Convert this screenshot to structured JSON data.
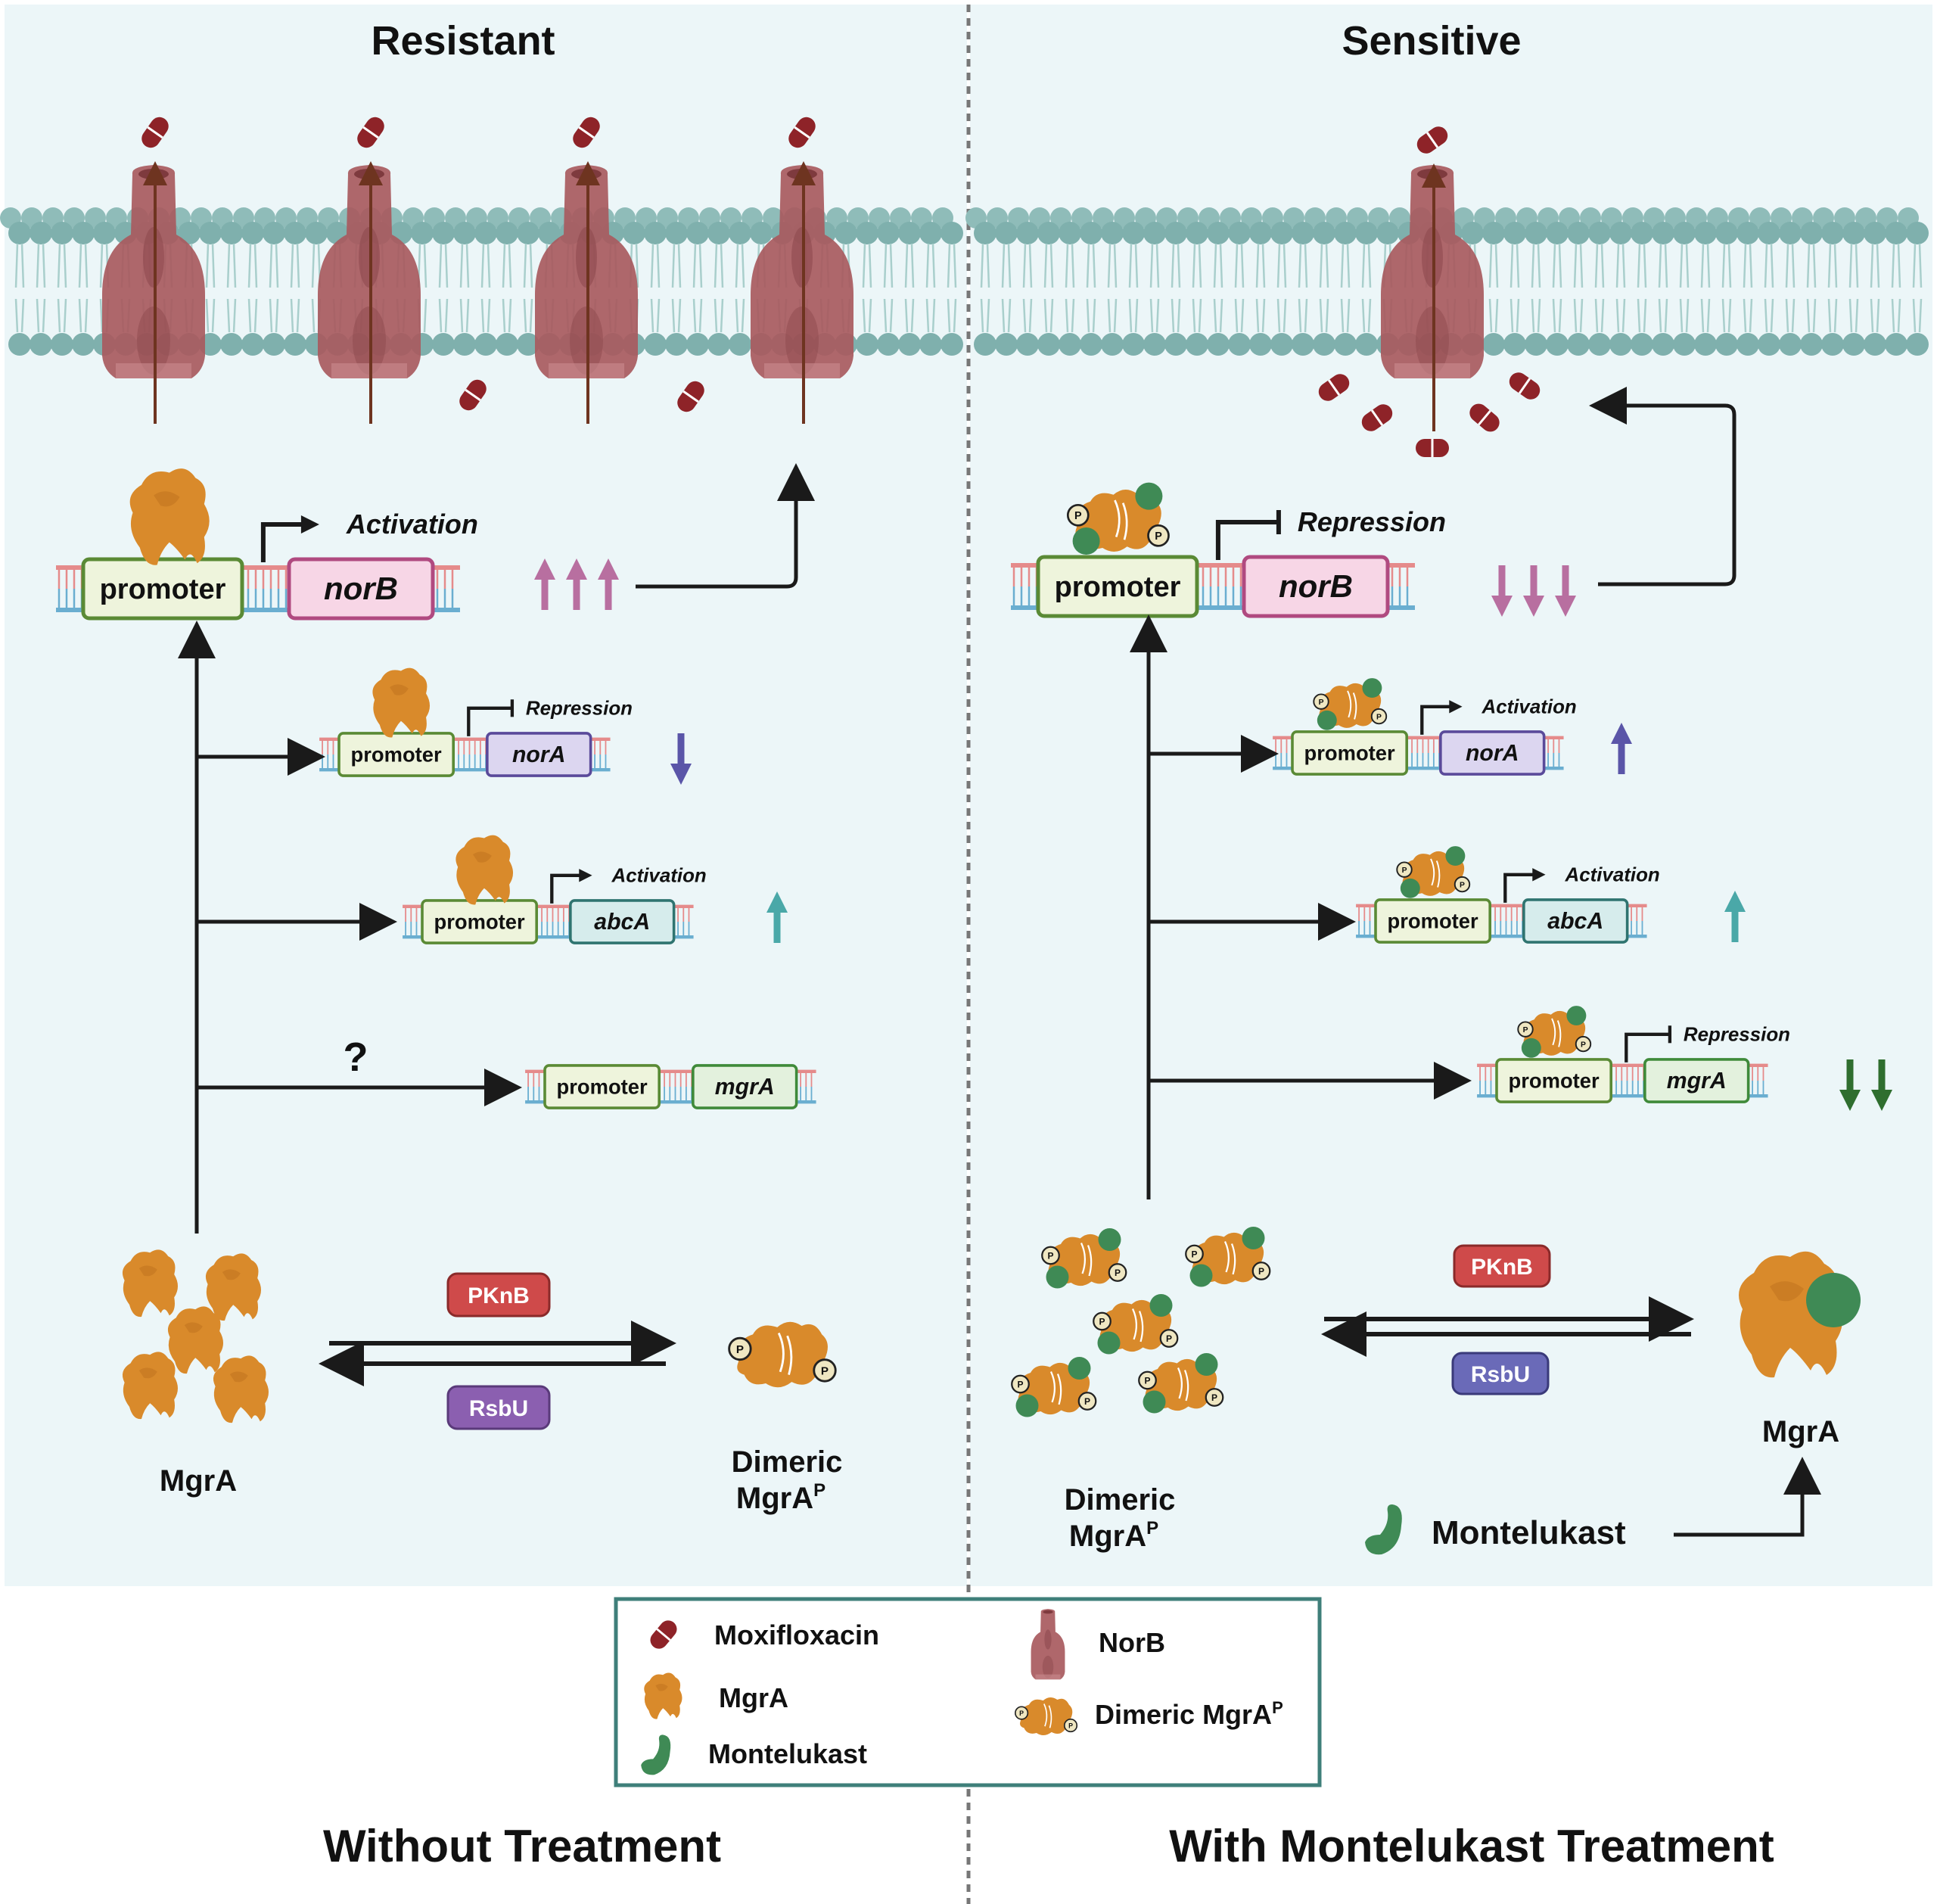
{
  "panels": {
    "left": {
      "title": "Resistant",
      "footer": "Without Treatment",
      "genes": [
        {
          "promoter": "promoter",
          "gene": "norB",
          "regulation": "Activation",
          "change": "up x3",
          "arrows": "↑↑↑"
        },
        {
          "promoter": "promoter",
          "gene": "norA",
          "regulation": "Repression",
          "change": "down x1",
          "arrows": "↓"
        },
        {
          "promoter": "promoter",
          "gene": "abcA",
          "regulation": "Activation",
          "change": "up x1",
          "arrows": "↑"
        },
        {
          "promoter": "promoter",
          "gene": "mgrA",
          "regulation": "",
          "change": "unknown",
          "arrows": ""
        }
      ],
      "unknown_mark": "?",
      "enzyme_forward": "PKnB",
      "enzyme_reverse": "RsbU",
      "label_monomer": "MgrA",
      "label_dimer_line1": "Dimeric",
      "label_dimer_line2": "MgrA",
      "label_dimer_sup": "P"
    },
    "right": {
      "title": "Sensitive",
      "footer": "With Montelukast Treatment",
      "genes": [
        {
          "promoter": "promoter",
          "gene": "norB",
          "regulation": "Repression",
          "change": "down x3",
          "arrows": "↓↓↓"
        },
        {
          "promoter": "promoter",
          "gene": "norA",
          "regulation": "Activation",
          "change": "up x1",
          "arrows": "↑"
        },
        {
          "promoter": "promoter",
          "gene": "abcA",
          "regulation": "Activation",
          "change": "up x1",
          "arrows": "↑"
        },
        {
          "promoter": "promoter",
          "gene": "mgrA",
          "regulation": "Repression",
          "change": "down x2",
          "arrows": "↓↓"
        }
      ],
      "enzyme_forward": "PKnB",
      "enzyme_reverse": "RsbU",
      "label_dimer_line1": "Dimeric",
      "label_dimer_line2": "MgrA",
      "label_dimer_sup": "P",
      "label_monomer": "MgrA",
      "label_drug": "Montelukast"
    }
  },
  "phospho_label": "P",
  "legend": {
    "items": [
      {
        "icon": "moxifloxacin-pill-icon",
        "label": "Moxifloxacin"
      },
      {
        "icon": "mgra-protein-icon",
        "label": "MgrA"
      },
      {
        "icon": "montelukast-icon",
        "label": "Montelukast"
      },
      {
        "icon": "norb-pump-icon",
        "label": "NorB"
      },
      {
        "icon": "dimeric-mgrap-icon",
        "label": "Dimeric MgrA",
        "sup": "P"
      }
    ]
  },
  "colors": {
    "panel_bg": "#ecf6f8",
    "membrane": "#7fb0ad",
    "pump": "#a85a5e",
    "pill": "#8e2328",
    "mgra": "#d98a2b",
    "montelukast": "#3f8a55",
    "promoter_fill": "#eef4dc",
    "promoter_border": "#5a8a35",
    "norB_fill": "#f7d6e6",
    "norB_border": "#b04a80",
    "norA_fill": "#dcd6f0",
    "norA_border": "#5a4a9a",
    "abcA_fill": "#d6ecec",
    "abcA_border": "#2f7470",
    "mgrA_fill": "#e3f1dd",
    "mgrA_border": "#3f8a3a",
    "arrow_norB": "#b86fa0",
    "arrow_norA": "#5a55a8",
    "arrow_abcA": "#4aa8a8",
    "arrow_mgrA": "#2f6e2f",
    "pknb": "#cf4a4a",
    "rsbu_left": "#8b5fb0",
    "rsbu_right": "#6a6ab8",
    "legend_border": "#3f7f7a"
  }
}
